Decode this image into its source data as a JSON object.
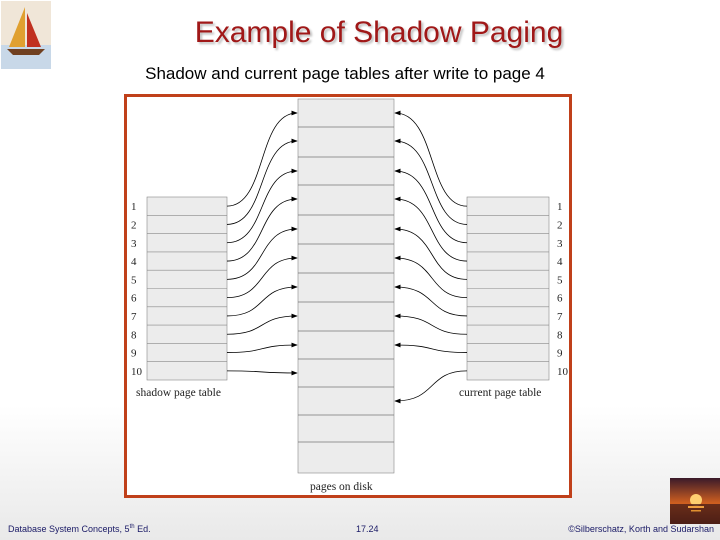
{
  "slide": {
    "title": "Example of Shadow Paging",
    "subtitle": "Shadow and current page tables after write to page 4"
  },
  "diagram": {
    "shadow_numbers": [
      "1",
      "2",
      "3",
      "4",
      "5",
      "6",
      "7",
      "8",
      "9",
      "10"
    ],
    "current_numbers": [
      "1",
      "2",
      "3",
      "4",
      "5",
      "6",
      "7",
      "8",
      "9",
      "10"
    ],
    "shadow_label": "shadow page table",
    "current_label": "current page table",
    "disk_label": "pages on disk"
  },
  "footer": {
    "book": "Database System Concepts, 5",
    "edition_sup": "th",
    "edition_suffix": " Ed.",
    "page_number": "17.24",
    "copyright": "©Silberschatz, Korth and Sudarshan"
  },
  "colors": {
    "title": "#a01818",
    "frame": "#c0401a",
    "footer_text": "#1a1a66",
    "table_fill": "#ececec"
  }
}
